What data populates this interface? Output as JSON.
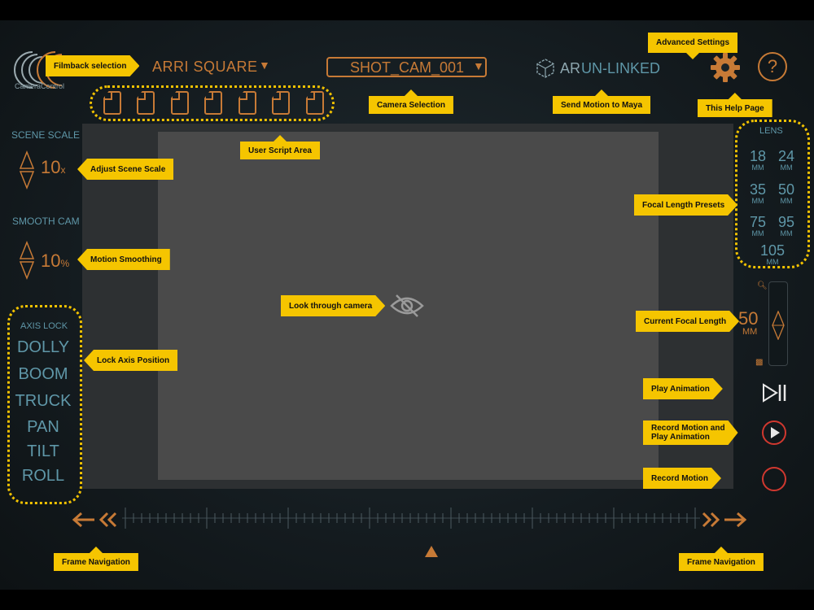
{
  "colors": {
    "accent": "#c77a36",
    "teal": "#5f97a8",
    "callout": "#f5c500",
    "dotted": "#f2c200",
    "viewport": "#4a4a4a",
    "record": "#d0382f"
  },
  "logo": {
    "text": "CameraControl"
  },
  "header": {
    "filmback": "ARRI SQUARE",
    "filmback_caret": "▼",
    "camera": "SHOT_CAM_001",
    "camera_caret": "▼",
    "ar_label": "AR",
    "ar_state": "UN-LINKED",
    "help": "?"
  },
  "left": {
    "scene_scale_label": "SCENE SCALE",
    "scene_scale_value": "10",
    "scene_scale_unit": "x",
    "smooth_label": "SMOOTH CAM",
    "smooth_value": "10",
    "smooth_unit": "%",
    "axis_title": "AXIS LOCK",
    "axis_items": [
      "DOLLY",
      "BOOM",
      "TRUCK",
      "PAN",
      "TILT",
      "ROLL"
    ]
  },
  "lens": {
    "title": "LENS",
    "presets": [
      {
        "value": "18",
        "unit": "MM"
      },
      {
        "value": "24",
        "unit": "MM"
      },
      {
        "value": "35",
        "unit": "MM"
      },
      {
        "value": "50",
        "unit": "MM"
      },
      {
        "value": "75",
        "unit": "MM"
      },
      {
        "value": "95",
        "unit": "MM"
      },
      {
        "value": "105",
        "unit": "MM"
      }
    ],
    "current_value": "50",
    "current_unit": "MM"
  },
  "callouts": {
    "filmback": "Filmback selection",
    "advanced": "Advanced Settings",
    "camera_selection": "Camera Selection",
    "send_motion": "Send Motion to Maya",
    "help_page": "This Help Page",
    "user_script": "User Script Area",
    "scene_scale": "Adjust Scene Scale",
    "smoothing": "Motion Smoothing",
    "look_through": "Look through camera",
    "lock_axis": "Lock Axis Position",
    "focal_presets": "Focal Length Presets",
    "current_focal": "Current Focal Length",
    "play": "Play Animation",
    "record_play_1": "Record Motion and",
    "record_play_2": "Play Animation",
    "record": "Record Motion",
    "frame_nav_left": "Frame Navigation",
    "frame_nav_right": "Frame Navigation"
  },
  "icons": [
    "camera-control-logo",
    "ar-cube-icon",
    "gear-icon",
    "help-icon",
    "script-slot-icon",
    "eye-slash-icon",
    "zoom-in-icon",
    "zoom-out-icon",
    "play-pause-icon",
    "record-play-icon",
    "record-icon",
    "rewind-icon",
    "fast-forward-icon",
    "playhead-icon"
  ]
}
